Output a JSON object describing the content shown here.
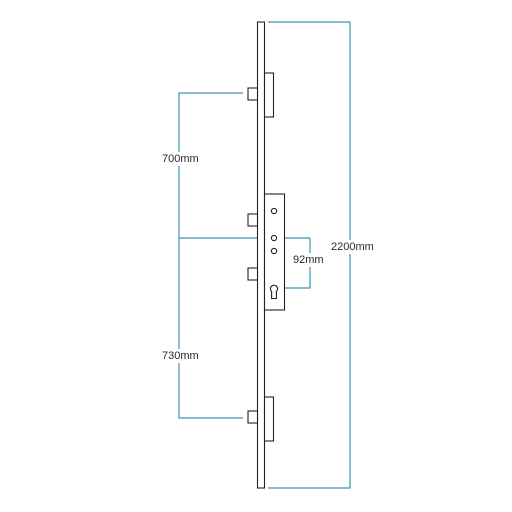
{
  "dimensions": {
    "top_hook_to_center": "700mm",
    "center_to_bottom_hook": "730mm",
    "backset_center_to_cylinder": "92mm",
    "total_length": "2200mm"
  },
  "colors": {
    "dimension_line": "#3d95b5",
    "outline": "#222222",
    "background": "#ffffff"
  }
}
